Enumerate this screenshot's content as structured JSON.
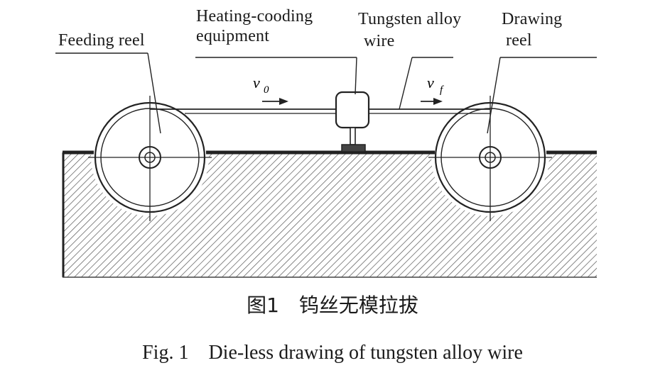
{
  "labels": {
    "feeding_reel": "Feeding reel",
    "heating_line1": "Heating-cooding",
    "heating_line2": "equipment",
    "tungsten_line1": "Tungsten alloy",
    "tungsten_line2": "wire",
    "drawing_line1": "Drawing",
    "drawing_line2": "reel"
  },
  "velocities": {
    "v0_symbol": "v",
    "v0_sub": "0",
    "vf_symbol": "v",
    "vf_sub": "f"
  },
  "caption": {
    "chinese": "图1　钨丝无模拉拔",
    "english": "Fig. 1　Die-less drawing of tungsten alloy wire"
  }
}
